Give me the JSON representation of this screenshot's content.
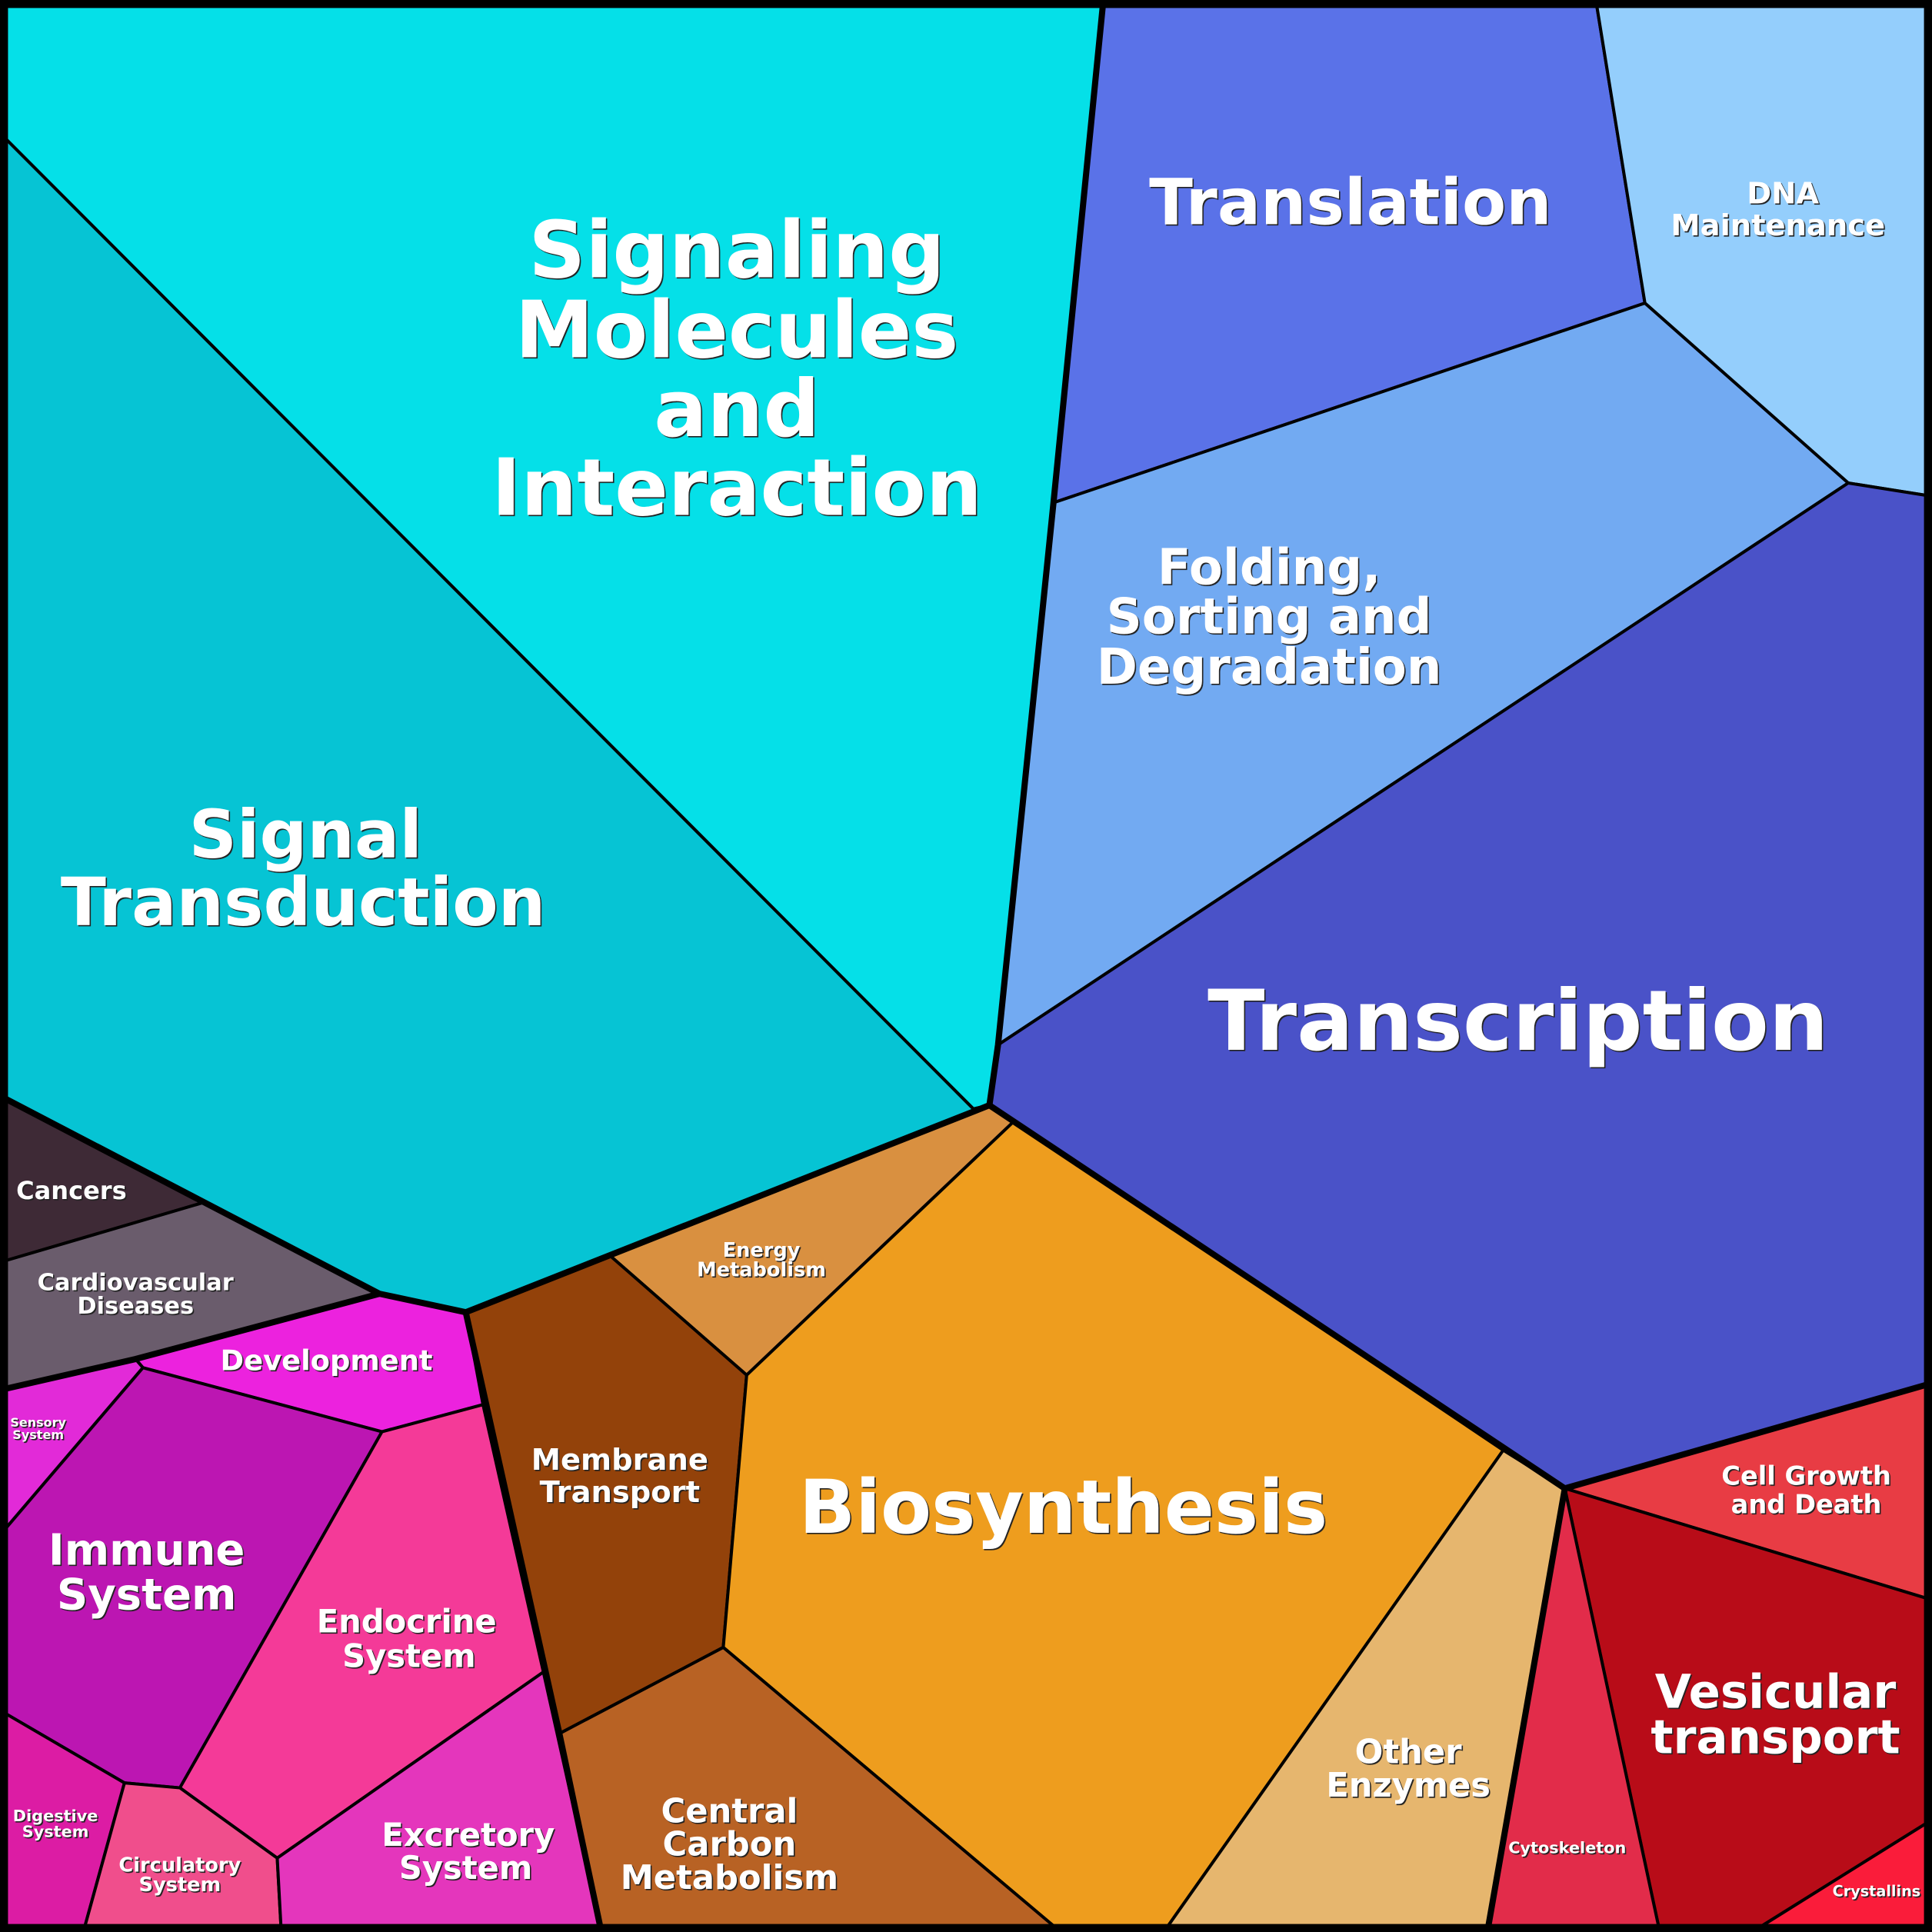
{
  "cells": [
    {
      "name": "Signaling Molecules and Interaction",
      "color": "#05E0E8",
      "lines": [
        "Signaling",
        "Molecules",
        "and",
        "Interaction"
      ]
    },
    {
      "name": "Signal Transduction",
      "color": "#06C4D4",
      "lines": [
        "Signal",
        "Transduction"
      ]
    },
    {
      "name": "Translation",
      "color": "#5A72E8",
      "lines": [
        "Translation"
      ]
    },
    {
      "name": "DNA Maintenance",
      "color": "#94CEFC",
      "lines": [
        "DNA",
        "Maintenance"
      ]
    },
    {
      "name": "Folding, Sorting and Degradation",
      "color": "#72AAF2",
      "lines": [
        "Folding,",
        "Sorting and",
        "Degradation"
      ]
    },
    {
      "name": "Transcription",
      "color": "#4A52C8",
      "lines": [
        "Transcription"
      ]
    },
    {
      "name": "Energy Metabolism",
      "color": "#D99040",
      "lines": [
        "Energy",
        "Metabolism"
      ]
    },
    {
      "name": "Membrane Transport",
      "color": "#93420A",
      "lines": [
        "Membrane",
        "Transport"
      ]
    },
    {
      "name": "Biosynthesis",
      "color": "#EE9D1E",
      "lines": [
        "Biosynthesis"
      ]
    },
    {
      "name": "Central Carbon Metabolism",
      "color": "#B86224",
      "lines": [
        "Central",
        "Carbon",
        "Metabolism"
      ]
    },
    {
      "name": "Other Enzymes",
      "color": "#E6B66E",
      "lines": [
        "Other",
        "Enzymes"
      ]
    },
    {
      "name": "Cell Growth and Death",
      "color": "#E83C44",
      "lines": [
        "Cell Growth",
        "and Death"
      ]
    },
    {
      "name": "Vesicular transport",
      "color": "#B80C18",
      "lines": [
        "Vesicular",
        "transport"
      ]
    },
    {
      "name": "Cytoskeleton",
      "color": "#E22C4A",
      "lines": [
        "Cytoskeleton"
      ]
    },
    {
      "name": "Crystallins",
      "color": "#FA1C3A",
      "lines": [
        "Crystallins"
      ]
    },
    {
      "name": "Cancers",
      "color": "#3E2A36",
      "lines": [
        "Cancers"
      ]
    },
    {
      "name": "Cardiovascular Diseases",
      "color": "#6A5C6C",
      "lines": [
        "Cardiovascular",
        "Diseases"
      ]
    },
    {
      "name": "Development",
      "color": "#EC22DE",
      "lines": [
        "Development"
      ]
    },
    {
      "name": "Sensory System",
      "color": "#E22AD8",
      "lines": [
        "Sensory",
        "System"
      ]
    },
    {
      "name": "Immune System",
      "color": "#BC16B2",
      "lines": [
        "Immune",
        "System"
      ]
    },
    {
      "name": "Endocrine System",
      "color": "#F43A98",
      "lines": [
        "Endocrine",
        "System"
      ]
    },
    {
      "name": "Digestive System",
      "color": "#DC1CA4",
      "lines": [
        "Digestive",
        "System"
      ]
    },
    {
      "name": "Circulatory System",
      "color": "#F04E8C",
      "lines": [
        "Circulatory",
        "System"
      ]
    },
    {
      "name": "Excretory System",
      "color": "#E436BC",
      "lines": [
        "Excretory",
        "System"
      ]
    }
  ]
}
